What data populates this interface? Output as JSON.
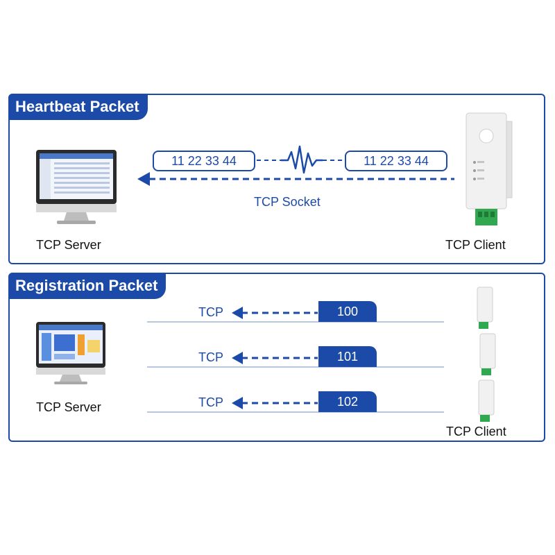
{
  "heartbeat": {
    "title": "Heartbeat Packet",
    "left_bytes": "11  22  33  44",
    "right_bytes": "11  22  33  44",
    "socket_label": "TCP Socket",
    "server_label": "TCP Server",
    "client_label": "TCP Client"
  },
  "registration": {
    "title": "Registration Packet",
    "server_label": "TCP Server",
    "client_label": "TCP Client",
    "rows": [
      {
        "protocol": "TCP",
        "id": "100"
      },
      {
        "protocol": "TCP",
        "id": "101"
      },
      {
        "protocol": "TCP",
        "id": "102"
      }
    ]
  },
  "colors": {
    "accent": "#1c4aa8",
    "line": "#9fb3d9",
    "terminal": "#2fa84f"
  }
}
